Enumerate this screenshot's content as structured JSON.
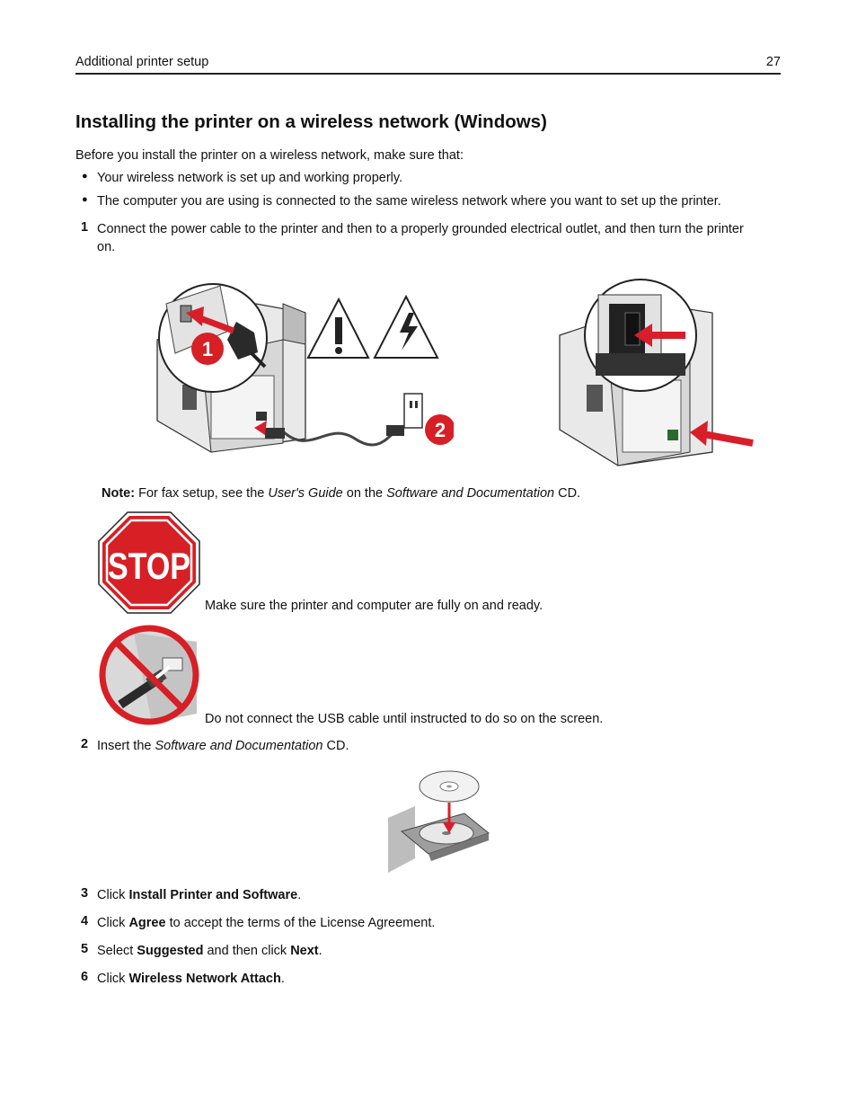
{
  "header": {
    "section": "Additional printer setup",
    "page_number": "27"
  },
  "title": "Installing the printer on a wireless network (Windows)",
  "intro": "Before you install the printer on a wireless network, make sure that:",
  "bullets": [
    "Your wireless network is set up and working properly.",
    "The computer you are using is connected to the same wireless network where you want to set up the printer."
  ],
  "steps": [
    {
      "num": "1",
      "line1": "Connect the power cable to the printer and then to a properly grounded electrical outlet, and then turn the printer",
      "line2": "on."
    },
    {
      "num": "2",
      "pre": "Insert the ",
      "em": "Software and Documentation",
      "post": " CD."
    },
    {
      "num": "3",
      "pre": "Click ",
      "bold": "Install Printer and Software",
      "post": "."
    },
    {
      "num": "4",
      "pre": "Click ",
      "bold": "Agree",
      "post": " to accept the terms of the License Agreement."
    },
    {
      "num": "5",
      "pre": "Select ",
      "bold": "Suggested",
      "mid": " and then click ",
      "bold2": "Next",
      "post": "."
    },
    {
      "num": "6",
      "pre": "Click ",
      "bold": "Wireless Network Attach",
      "post": "."
    }
  ],
  "note": {
    "label": "Note:",
    "t1": " For fax setup, see the ",
    "em1": "User's Guide",
    "t2": " on the ",
    "em2": "Software and Documentation",
    "t3": " CD."
  },
  "callouts": {
    "one": "1",
    "two": "2"
  },
  "stop_sign_text": "STOP",
  "stop_caption": "Make sure the printer and computer are fully on and ready.",
  "usb_caption": "Do not connect the USB cable until instructed to do so on the screen.",
  "colors": {
    "red": "#d71f26",
    "arrow": "#d81e2a",
    "gray": "#8a8a8a"
  }
}
